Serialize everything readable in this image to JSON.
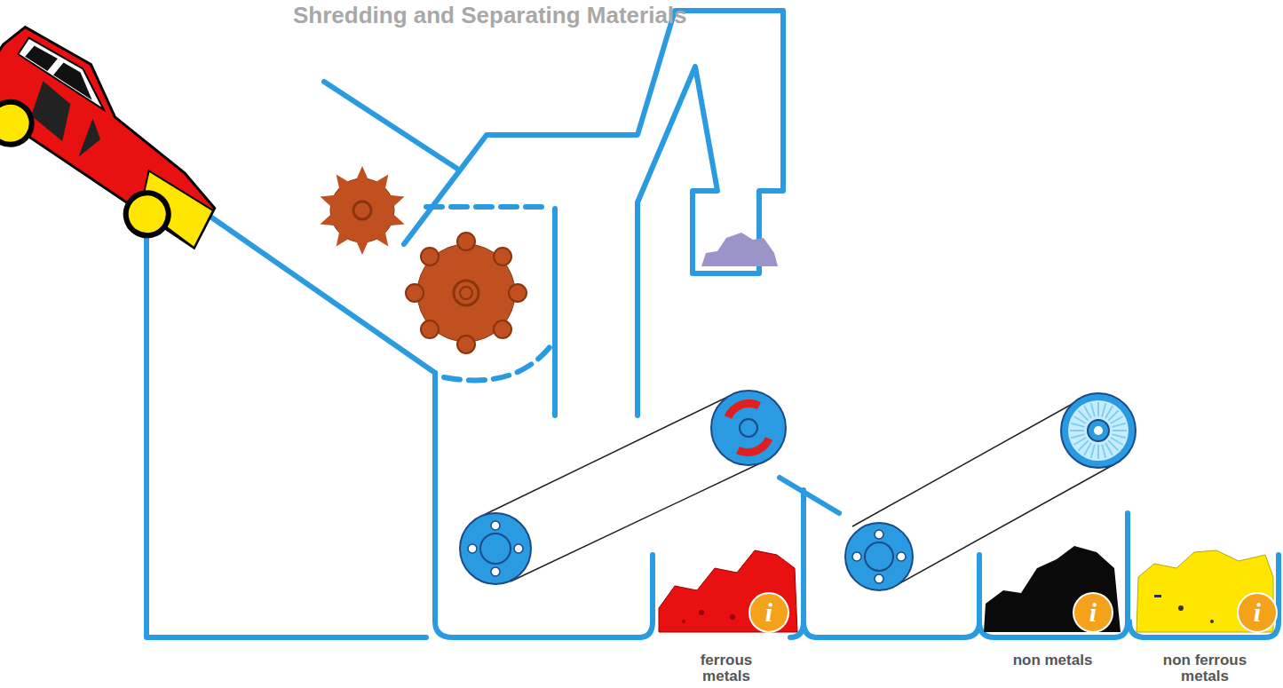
{
  "diagram": {
    "title": "Shredding and Separating Materials",
    "nodes": [
      {
        "text": [
          "ferrous metals"
        ]
      },
      {
        "text": [
          "non metals"
        ]
      },
      {
        "text": [
          "non ferrous metals"
        ]
      }
    ],
    "labels": [
      "i",
      "i",
      "i"
    ]
  }
}
